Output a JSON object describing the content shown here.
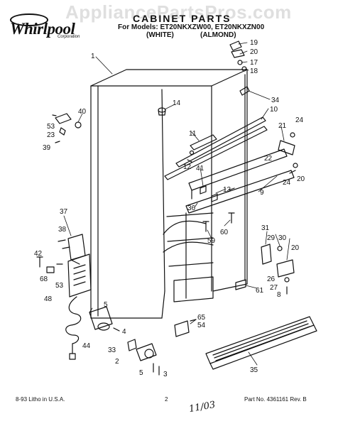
{
  "header": {
    "brand": "Whirlpool",
    "brand_sub": "Corporation",
    "title": "CABINET PARTS",
    "models": "For Models: ET20NKXZW00, ET20NKXZN00",
    "variant_white": "(WHITE)",
    "variant_almond": "(ALMOND)",
    "watermark": "AppliancePartsPros.com"
  },
  "callouts": [
    "1",
    "19",
    "20",
    "17",
    "18",
    "14",
    "34",
    "10",
    "40",
    "53",
    "23",
    "39",
    "11",
    "24",
    "21",
    "12",
    "41",
    "22",
    "13",
    "36",
    "9",
    "20",
    "24",
    "37",
    "38",
    "60",
    "59",
    "31",
    "29",
    "30",
    "20",
    "42",
    "53",
    "68",
    "48",
    "5",
    "26",
    "27",
    "8",
    "61",
    "65",
    "54",
    "44",
    "4",
    "33",
    "2",
    "5",
    "3",
    "35"
  ],
  "footer": {
    "left": "8-93 Litho in U.S.A.",
    "page": "2",
    "handwritten": "11/03",
    "right": "Part No. 4361161 Rev. B"
  },
  "colors": {
    "ink": "#111111",
    "watermark": "#aaaaaa"
  }
}
